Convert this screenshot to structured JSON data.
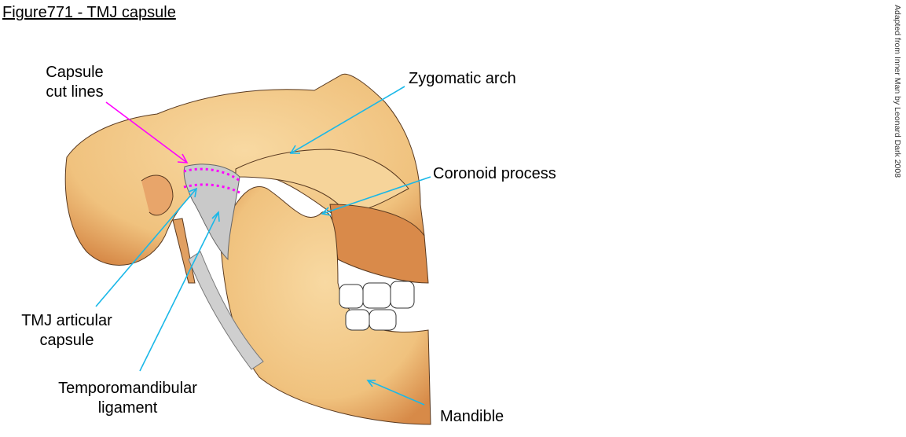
{
  "title": "Figure771 - TMJ capsule",
  "credit": "Adapted from Inner Man by Leonard Dark 2008",
  "labels": {
    "capsule_cut_lines": [
      "Capsule",
      "cut lines"
    ],
    "zygomatic_arch": "Zygomatic arch",
    "coronoid_process": "Coronoid process",
    "tmj_capsule": [
      "TMJ articular",
      "capsule"
    ],
    "tm_ligament": [
      "Temporomandibular",
      "ligament"
    ],
    "mandible": "Mandible"
  },
  "colors": {
    "bone": "#f4cb8c",
    "shade": "#c46f36",
    "ligament": "#c8c8c8",
    "cyan": "#1ab8e8",
    "magenta": "#ff00ff"
  }
}
